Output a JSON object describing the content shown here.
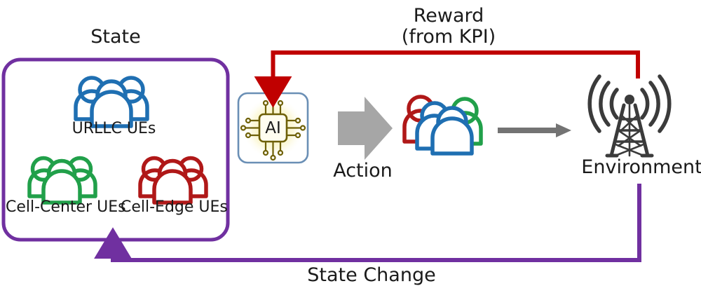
{
  "diagram": {
    "title_state": "State",
    "labels": {
      "urllc": "URLLC UEs",
      "cell_center": "Cell-Center UEs",
      "cell_edge": "Cell-Edge UEs",
      "reward": "Reward\n(from KPI)",
      "reward_line1": "Reward",
      "reward_line2": "(from KPI)",
      "action": "Action",
      "environment": "Environment",
      "state_change": "State Change",
      "agent": "AI"
    },
    "colors": {
      "state_box_border": "#7030A0",
      "state_change_arrow": "#7030A0",
      "reward_arrow": "#C00000",
      "action_arrow": "#A6A6A6",
      "uplink_arrow": "#737373",
      "urllc_ue": "#1F6FB2",
      "cell_center_ue": "#21A04A",
      "cell_edge_ue": "#B01818",
      "agent_box_border": "#6A8FB5",
      "agent_chip": "#8A7A10",
      "agent_glow": "#FBF6C8",
      "tower": "#3B3B3B",
      "text": "#1A1A1A",
      "background": "#FFFFFF"
    },
    "icons": {
      "agent": "ai-chip-icon",
      "tower": "cell-tower-icon",
      "urllc": "people-group-icon",
      "cell_center": "people-group-icon",
      "cell_edge": "people-group-icon",
      "mixed_ues": "mixed-people-group-icon",
      "action": "block-arrow-right-icon",
      "uplink": "thin-arrow-right-icon"
    }
  }
}
